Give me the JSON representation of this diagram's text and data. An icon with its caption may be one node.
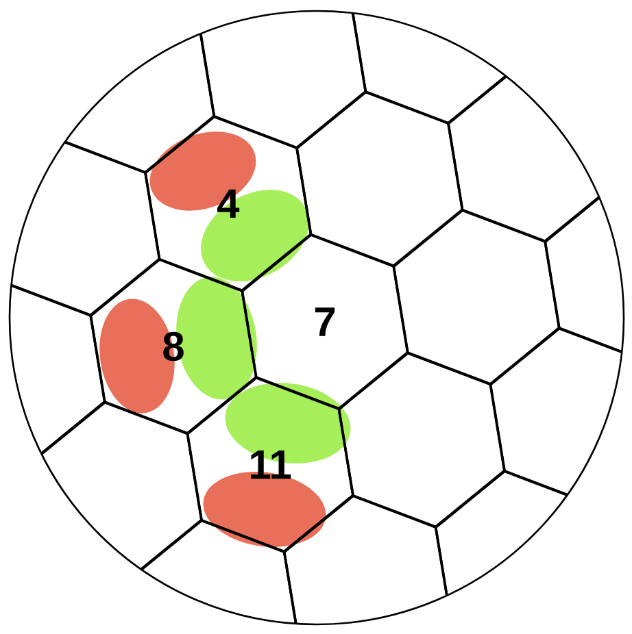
{
  "diagram": {
    "nodes": [
      {
        "text": [
          "4"
        ]
      },
      {
        "text": [
          "8"
        ]
      },
      {
        "text": [
          "7"
        ]
      },
      {
        "text": [
          "11"
        ]
      }
    ]
  }
}
